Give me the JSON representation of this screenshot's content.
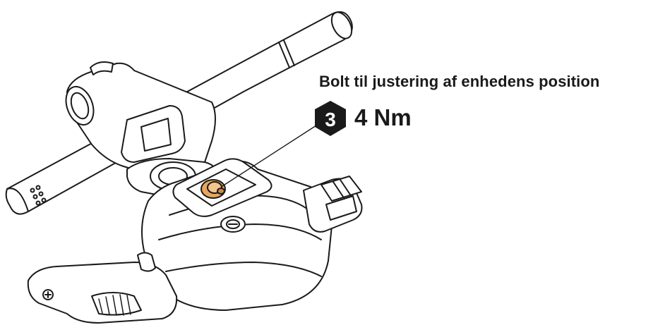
{
  "callout": {
    "title": "Bolt til justering af enhedens position",
    "tool_number": "3",
    "tool_icon": "hex-key-icon",
    "torque": "4 Nm"
  },
  "colors": {
    "line": "#1a1a1a",
    "bolt_highlight": "#e8a65c",
    "hex_badge": "#1a1a1a",
    "background": "#ffffff"
  }
}
